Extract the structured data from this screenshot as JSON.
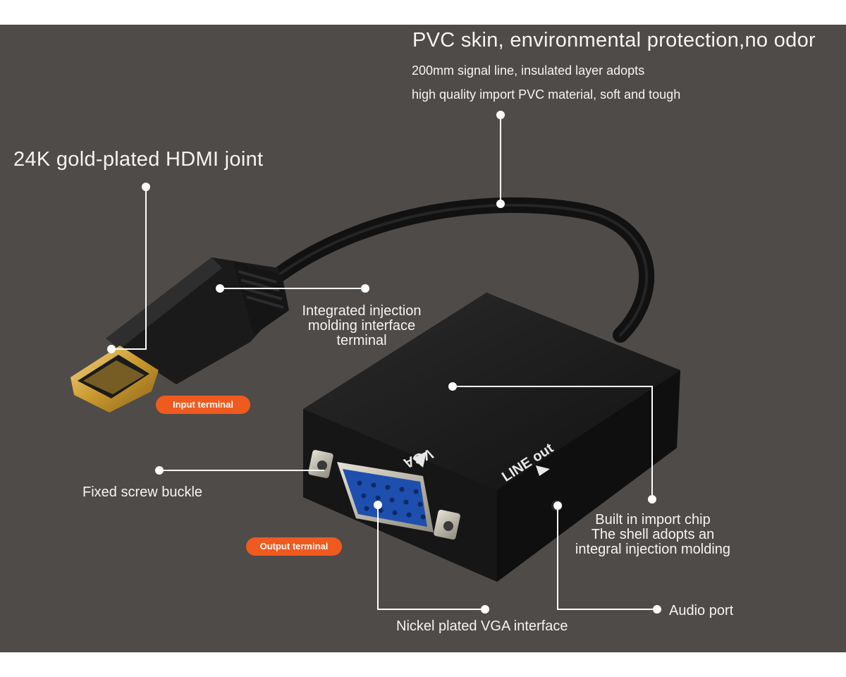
{
  "callouts": {
    "pvc": {
      "title": "PVC skin, environmental protection,no odor",
      "line1": "200mm signal line, insulated layer adopts",
      "line2": "high quality import PVC material, soft and tough"
    },
    "hdmi_joint": "24K gold-plated HDMI joint",
    "injection": [
      "Integrated injection",
      "molding interface",
      "terminal"
    ],
    "screw": "Fixed screw buckle",
    "chip": [
      "Built in import chip",
      "The shell adopts an",
      "integral injection molding"
    ],
    "vga_interface": "Nickel plated VGA interface",
    "audio": "Audio port"
  },
  "badges": {
    "input": "Input terminal",
    "output": "Output terminal"
  },
  "device_labels": {
    "vga": "VGA",
    "line_out": "LINE out"
  },
  "colors": {
    "background": "#4f4b48",
    "badge": "#ef5a1f",
    "text": "#f4f4f4",
    "vga_port": "#1f4fae",
    "gold": "#d9b24a"
  }
}
